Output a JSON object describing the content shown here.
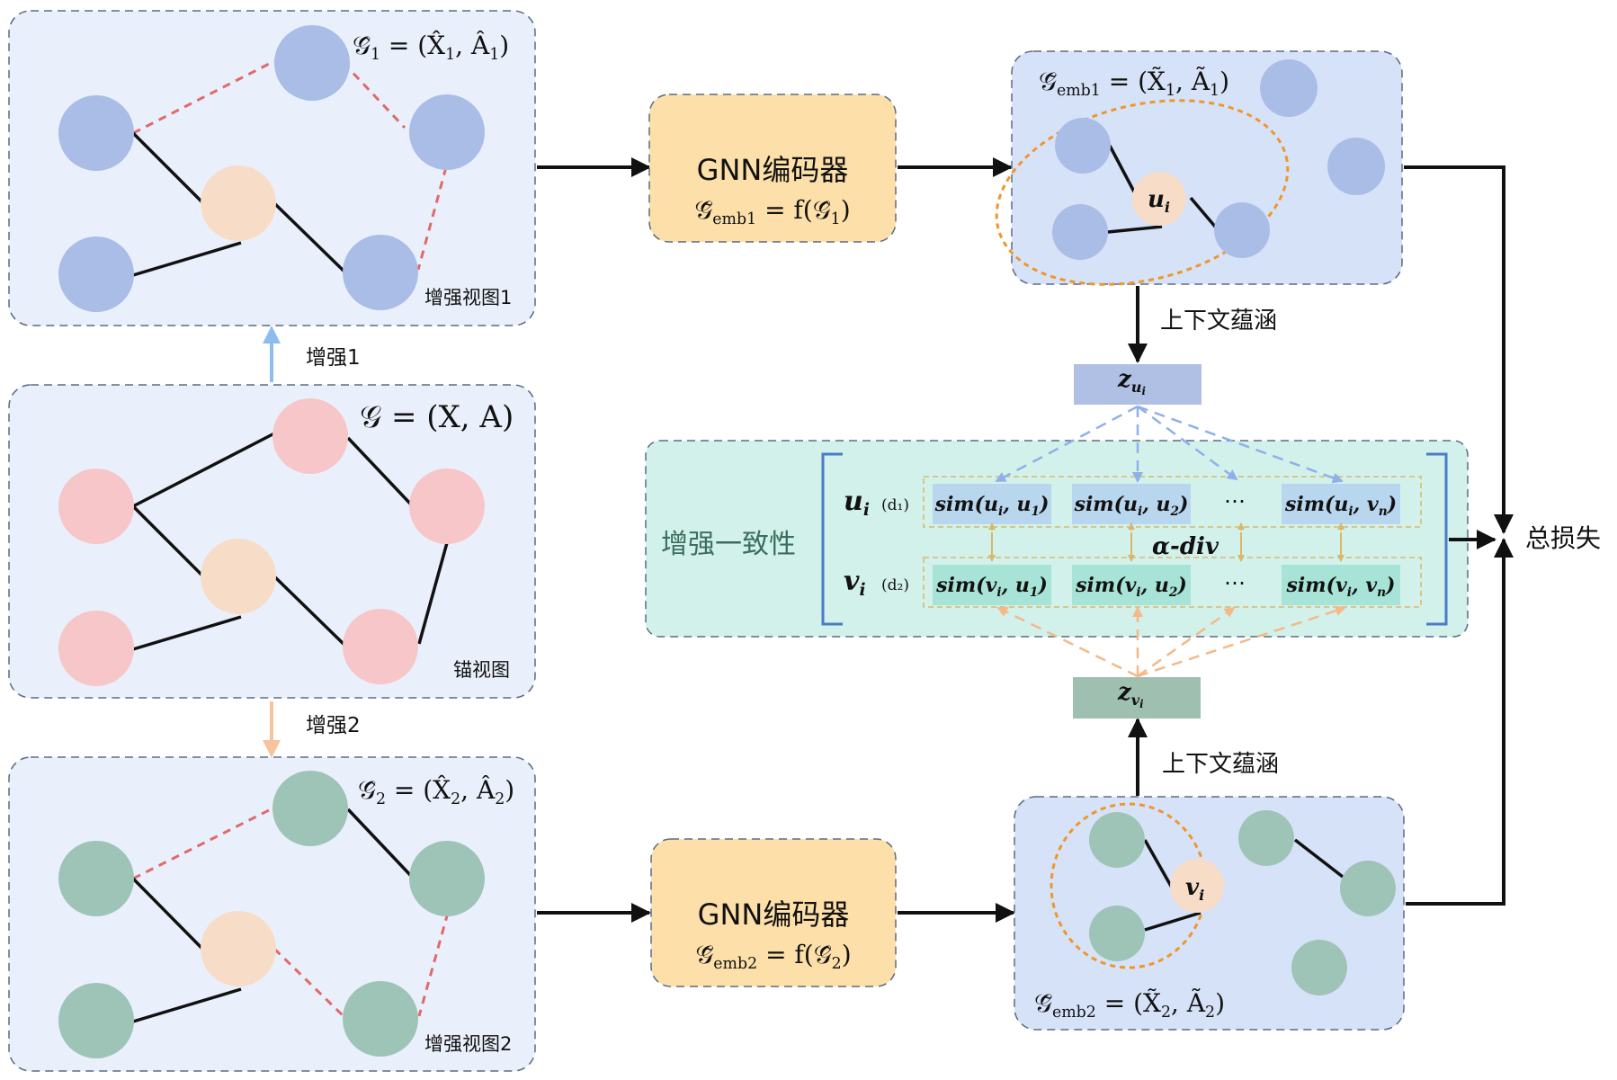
{
  "panels": {
    "aug_view_1": {
      "formula": {
        "g": "𝒢̂",
        "sub": "1",
        "rest": " = (X̂",
        "sub2": "1",
        "mid": ", Â",
        "sub3": "1",
        "end": ")"
      },
      "label": "增强视图1"
    },
    "anchor_view": {
      "formula": "𝒢 = (X, A)",
      "label": "锚视图"
    },
    "aug_view_2": {
      "formula": {
        "g": "𝒢̂",
        "sub": "2",
        "rest": " = (X̂",
        "sub2": "2",
        "mid": ", Â",
        "sub3": "2",
        "end": ")"
      },
      "label": "增强视图2"
    },
    "emb_1": {
      "formula": {
        "g": "𝒢̃",
        "sub": "emb1",
        "rest": " = (X̃",
        "sub2": "1",
        "mid": ", Ã",
        "sub3": "1",
        "end": ")"
      },
      "node_label": {
        "main": "u",
        "sub": "i"
      }
    },
    "emb_2": {
      "formula": {
        "g": "𝒢̃",
        "sub": "emb2",
        "rest": " = (X̃",
        "sub2": "2",
        "mid": ", Ã",
        "sub3": "2",
        "end": ")"
      },
      "node_label": {
        "main": "v",
        "sub": "i"
      }
    }
  },
  "arrows": {
    "augment_1": "增强1",
    "augment_2": "增强2",
    "context_1": "上下文蕴涵",
    "context_2": "上下文蕴涵",
    "total_loss": "总损失"
  },
  "encoders": [
    {
      "title": "GNN编码器",
      "lhs": "𝒢̃",
      "lhs_sub": "emb1",
      "rhs": " = f(𝒢̂",
      "rhs_sub": "1",
      "rhs_end": ")"
    },
    {
      "title": "GNN编码器",
      "lhs": "𝒢̃",
      "lhs_sub": "emb2",
      "rhs": " = f(𝒢̂",
      "rhs_sub": "2",
      "rhs_end": ")"
    }
  ],
  "context_vectors": {
    "z_u": {
      "main": "z",
      "sub": "u",
      "subsub": "i"
    },
    "z_v": {
      "main": "z",
      "sub": "v",
      "subsub": "i"
    }
  },
  "consistency": {
    "title": "增强一致性",
    "row_u": {
      "name": "u",
      "sub": "i",
      "dist": "(d₁)"
    },
    "row_v": {
      "name": "v",
      "sub": "i",
      "dist": "(d₂)"
    },
    "divergence": "α-div",
    "ellipsis": "⋯",
    "u_cells": [
      {
        "f": "sim",
        "a": "u",
        "a_sub": "i",
        "b": "u",
        "b_sub": "1"
      },
      {
        "f": "sim",
        "a": "u",
        "a_sub": "i",
        "b": "u",
        "b_sub": "2"
      },
      {
        "f": "sim",
        "a": "u",
        "a_sub": "i",
        "b": "v",
        "b_sub": "n"
      }
    ],
    "v_cells": [
      {
        "f": "sim",
        "a": "v",
        "a_sub": "i",
        "b": "u",
        "b_sub": "1"
      },
      {
        "f": "sim",
        "a": "v",
        "a_sub": "i",
        "b": "u",
        "b_sub": "2"
      },
      {
        "f": "sim",
        "a": "v",
        "a_sub": "i",
        "b": "v",
        "b_sub": "n"
      }
    ]
  },
  "colors": {
    "panel_fill": "#eaf0fb",
    "emb_fill": "#d6e2f8",
    "blue_node": "#a9bde6",
    "pink_node": "#f6c6c9",
    "green_node": "#9ec4b8",
    "center_node": "#f7dcc8",
    "encoder_fill": "#fde0a9",
    "consistency_fill": "#d2f1ea",
    "u_cell": "#b9d6ef",
    "v_cell": "#a7e3d6",
    "z_u_fill": "#afc0e4",
    "z_v_fill": "#9fbfb1",
    "dashed_red": "#e06a6a",
    "orange_ellipse": "#f0962a"
  }
}
